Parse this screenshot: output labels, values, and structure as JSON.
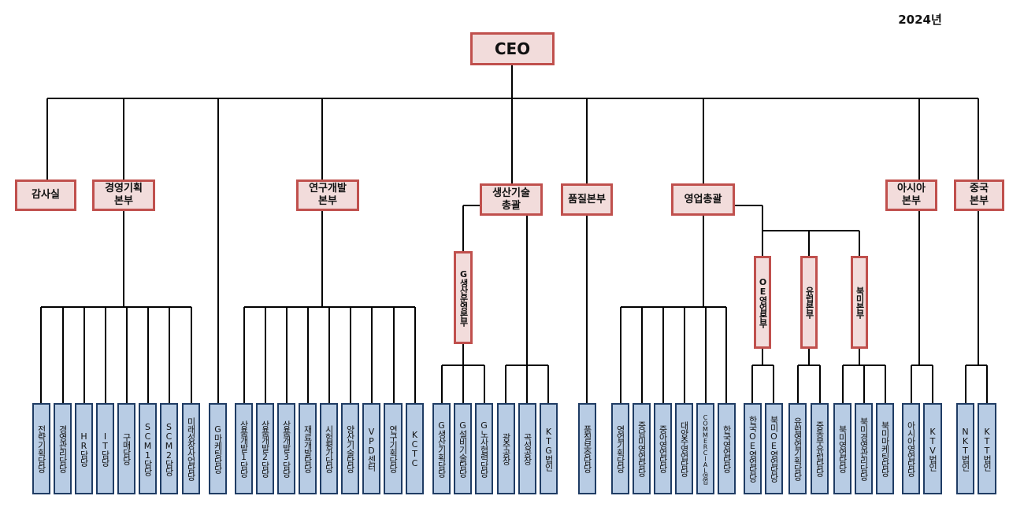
{
  "year": "2024년",
  "ceo": "CEO",
  "divisions": [
    {
      "id": "audit",
      "label": "감사실"
    },
    {
      "id": "mgmt",
      "label": "경영기획\n본부"
    },
    {
      "id": "rnd",
      "label": "연구개발\n본부"
    },
    {
      "id": "prod",
      "label": "생산기술\n총괄"
    },
    {
      "id": "quality",
      "label": "품질본부"
    },
    {
      "id": "sales",
      "label": "영업총괄"
    },
    {
      "id": "asia",
      "label": "아시아\n본부"
    },
    {
      "id": "china",
      "label": "중국\n본부"
    }
  ],
  "sub_units": [
    {
      "id": "g-prod-ops",
      "label": "G생산운영본부"
    },
    {
      "id": "oe-sales",
      "label": "OE영업본부"
    },
    {
      "id": "europe",
      "label": "유럽본부"
    },
    {
      "id": "na",
      "label": "북미본부"
    }
  ],
  "leaves": [
    {
      "label": "전략기획담당"
    },
    {
      "label": "경영관리담당"
    },
    {
      "label": "HR담당"
    },
    {
      "label": "IT담당"
    },
    {
      "label": "구매담당"
    },
    {
      "label": "SCM1담당"
    },
    {
      "label": "SCM2담당"
    },
    {
      "label": "미래성장사업담당"
    },
    {
      "label": "G마케팅담당"
    },
    {
      "label": "상품개발1담당"
    },
    {
      "label": "상품개발2담당"
    },
    {
      "label": "상품개발3담당"
    },
    {
      "label": "재료개발담당"
    },
    {
      "label": "시험평가담당"
    },
    {
      "label": "양산기술담당"
    },
    {
      "label": "VPD센터"
    },
    {
      "label": "연구기획담당"
    },
    {
      "label": "KCTC"
    },
    {
      "label": "G생산기획담당"
    },
    {
      "label": "G설비기술담당"
    },
    {
      "label": "G노사협력담당"
    },
    {
      "label": "광주공장"
    },
    {
      "label": "곡성공장"
    },
    {
      "label": "KTG법인"
    },
    {
      "label": "품질보증담당"
    },
    {
      "label": "영업기획담당"
    },
    {
      "label": "중남미영업담당"
    },
    {
      "label": "중아영업담당"
    },
    {
      "label": "대양주영업담당"
    },
    {
      "label": "COMMERCIAL영업"
    },
    {
      "label": "한국영업담당"
    },
    {
      "label": "한국OE영업담당"
    },
    {
      "label": "북미OE영업담당"
    },
    {
      "label": "유럽영업기획담당"
    },
    {
      "label": "중동부유럽담당"
    },
    {
      "label": "북미영업담당"
    },
    {
      "label": "북미경영관리담당"
    },
    {
      "label": "북미마케팅담당"
    },
    {
      "label": "아시아영업담당"
    },
    {
      "label": "KTV법인"
    },
    {
      "label": "NKT법인"
    },
    {
      "label": "KTT법인"
    }
  ],
  "colors": {
    "head_fill": "#f2dcdb",
    "head_border": "#c0504d",
    "leaf_fill": "#b8cce4",
    "leaf_border": "#1f3c64",
    "line": "#000000"
  }
}
